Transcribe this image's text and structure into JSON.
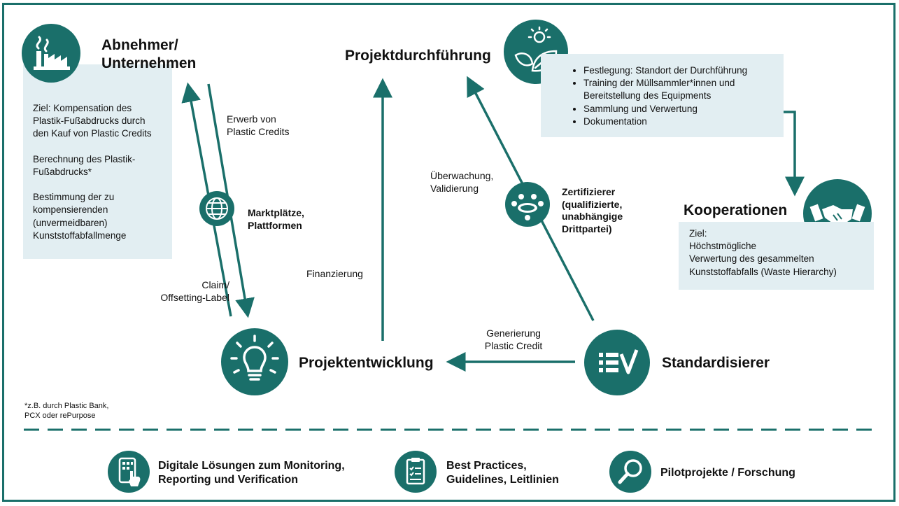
{
  "nodes": {
    "abnehmer": {
      "title_line1": "Abnehmer/",
      "title_line2": "Unternehmen",
      "icon": "factory-icon"
    },
    "durchfuehrung": {
      "title": "Projektdurchführung",
      "icon": "sun-leaf-icon"
    },
    "kooperationen": {
      "title": "Kooperationen",
      "icon": "handshake-icon"
    },
    "entwicklung": {
      "title": "Projektentwicklung",
      "icon": "lightbulb-icon"
    },
    "standardisierer": {
      "title": "Standardisierer",
      "icon": "checklist-icon"
    },
    "marktplaetze": {
      "line1": "Marktplätze,",
      "line2": "Plattformen",
      "icon": "globe-icon"
    },
    "zertifizierer": {
      "line1": "Zertifizierer",
      "line2": "(qualifizierte,",
      "line3": "unabhängige",
      "line4": "Drittpartei)",
      "icon": "meeting-icon"
    }
  },
  "panels": {
    "abnehmer": {
      "p1": [
        "Ziel: Kompensation des",
        "Plastik-Fußabdrucks durch",
        "den Kauf von Plastic Credits"
      ],
      "p2": [
        "Berechnung des Plastik-",
        "Fußabdrucks*"
      ],
      "p3": [
        "Bestimmung der zu",
        "kompensierenden",
        "(unvermeidbaren)",
        "Kunststoffabfallmenge"
      ]
    },
    "durchfuehrung": {
      "items": [
        "Festlegung: Standort der Durchführung",
        "Training der Müllsammler*innen und Bereitstellung des Equipments",
        "Sammlung und Verwertung",
        "Dokumentation"
      ]
    },
    "kooperationen": {
      "lines": [
        "Ziel:",
        "Höchstmögliche",
        "Verwertung des gesammelten",
        "Kunststoffabfalls (Waste Hierarchy)"
      ]
    }
  },
  "edge_labels": {
    "erwerb": [
      "Erwerb von",
      "Plastic Credits"
    ],
    "claim": [
      "Claim/",
      "Offsetting-Label"
    ],
    "finanzierung": "Finanzierung",
    "ueberwachung": [
      "Überwachung,",
      "Validierung"
    ],
    "generierung": [
      "Generierung",
      "Plastic Credit"
    ]
  },
  "footnote": [
    "*z.B. durch Plastic Bank,",
    "PCX oder rePurpose"
  ],
  "bottom": {
    "item1": {
      "line1": "Digitale Lösungen zum Monitoring,",
      "line2": "Reporting und Verification",
      "icon": "tablet-touch-icon"
    },
    "item2": {
      "line1": "Best Practices,",
      "line2": "Guidelines, Leitlinien",
      "icon": "clipboard-icon"
    },
    "item3": {
      "line1": "Pilotprojekte / Forschung",
      "icon": "magnifier-icon"
    }
  },
  "colors": {
    "accent": "#1a6f6a",
    "panel": "#e2eef2"
  }
}
